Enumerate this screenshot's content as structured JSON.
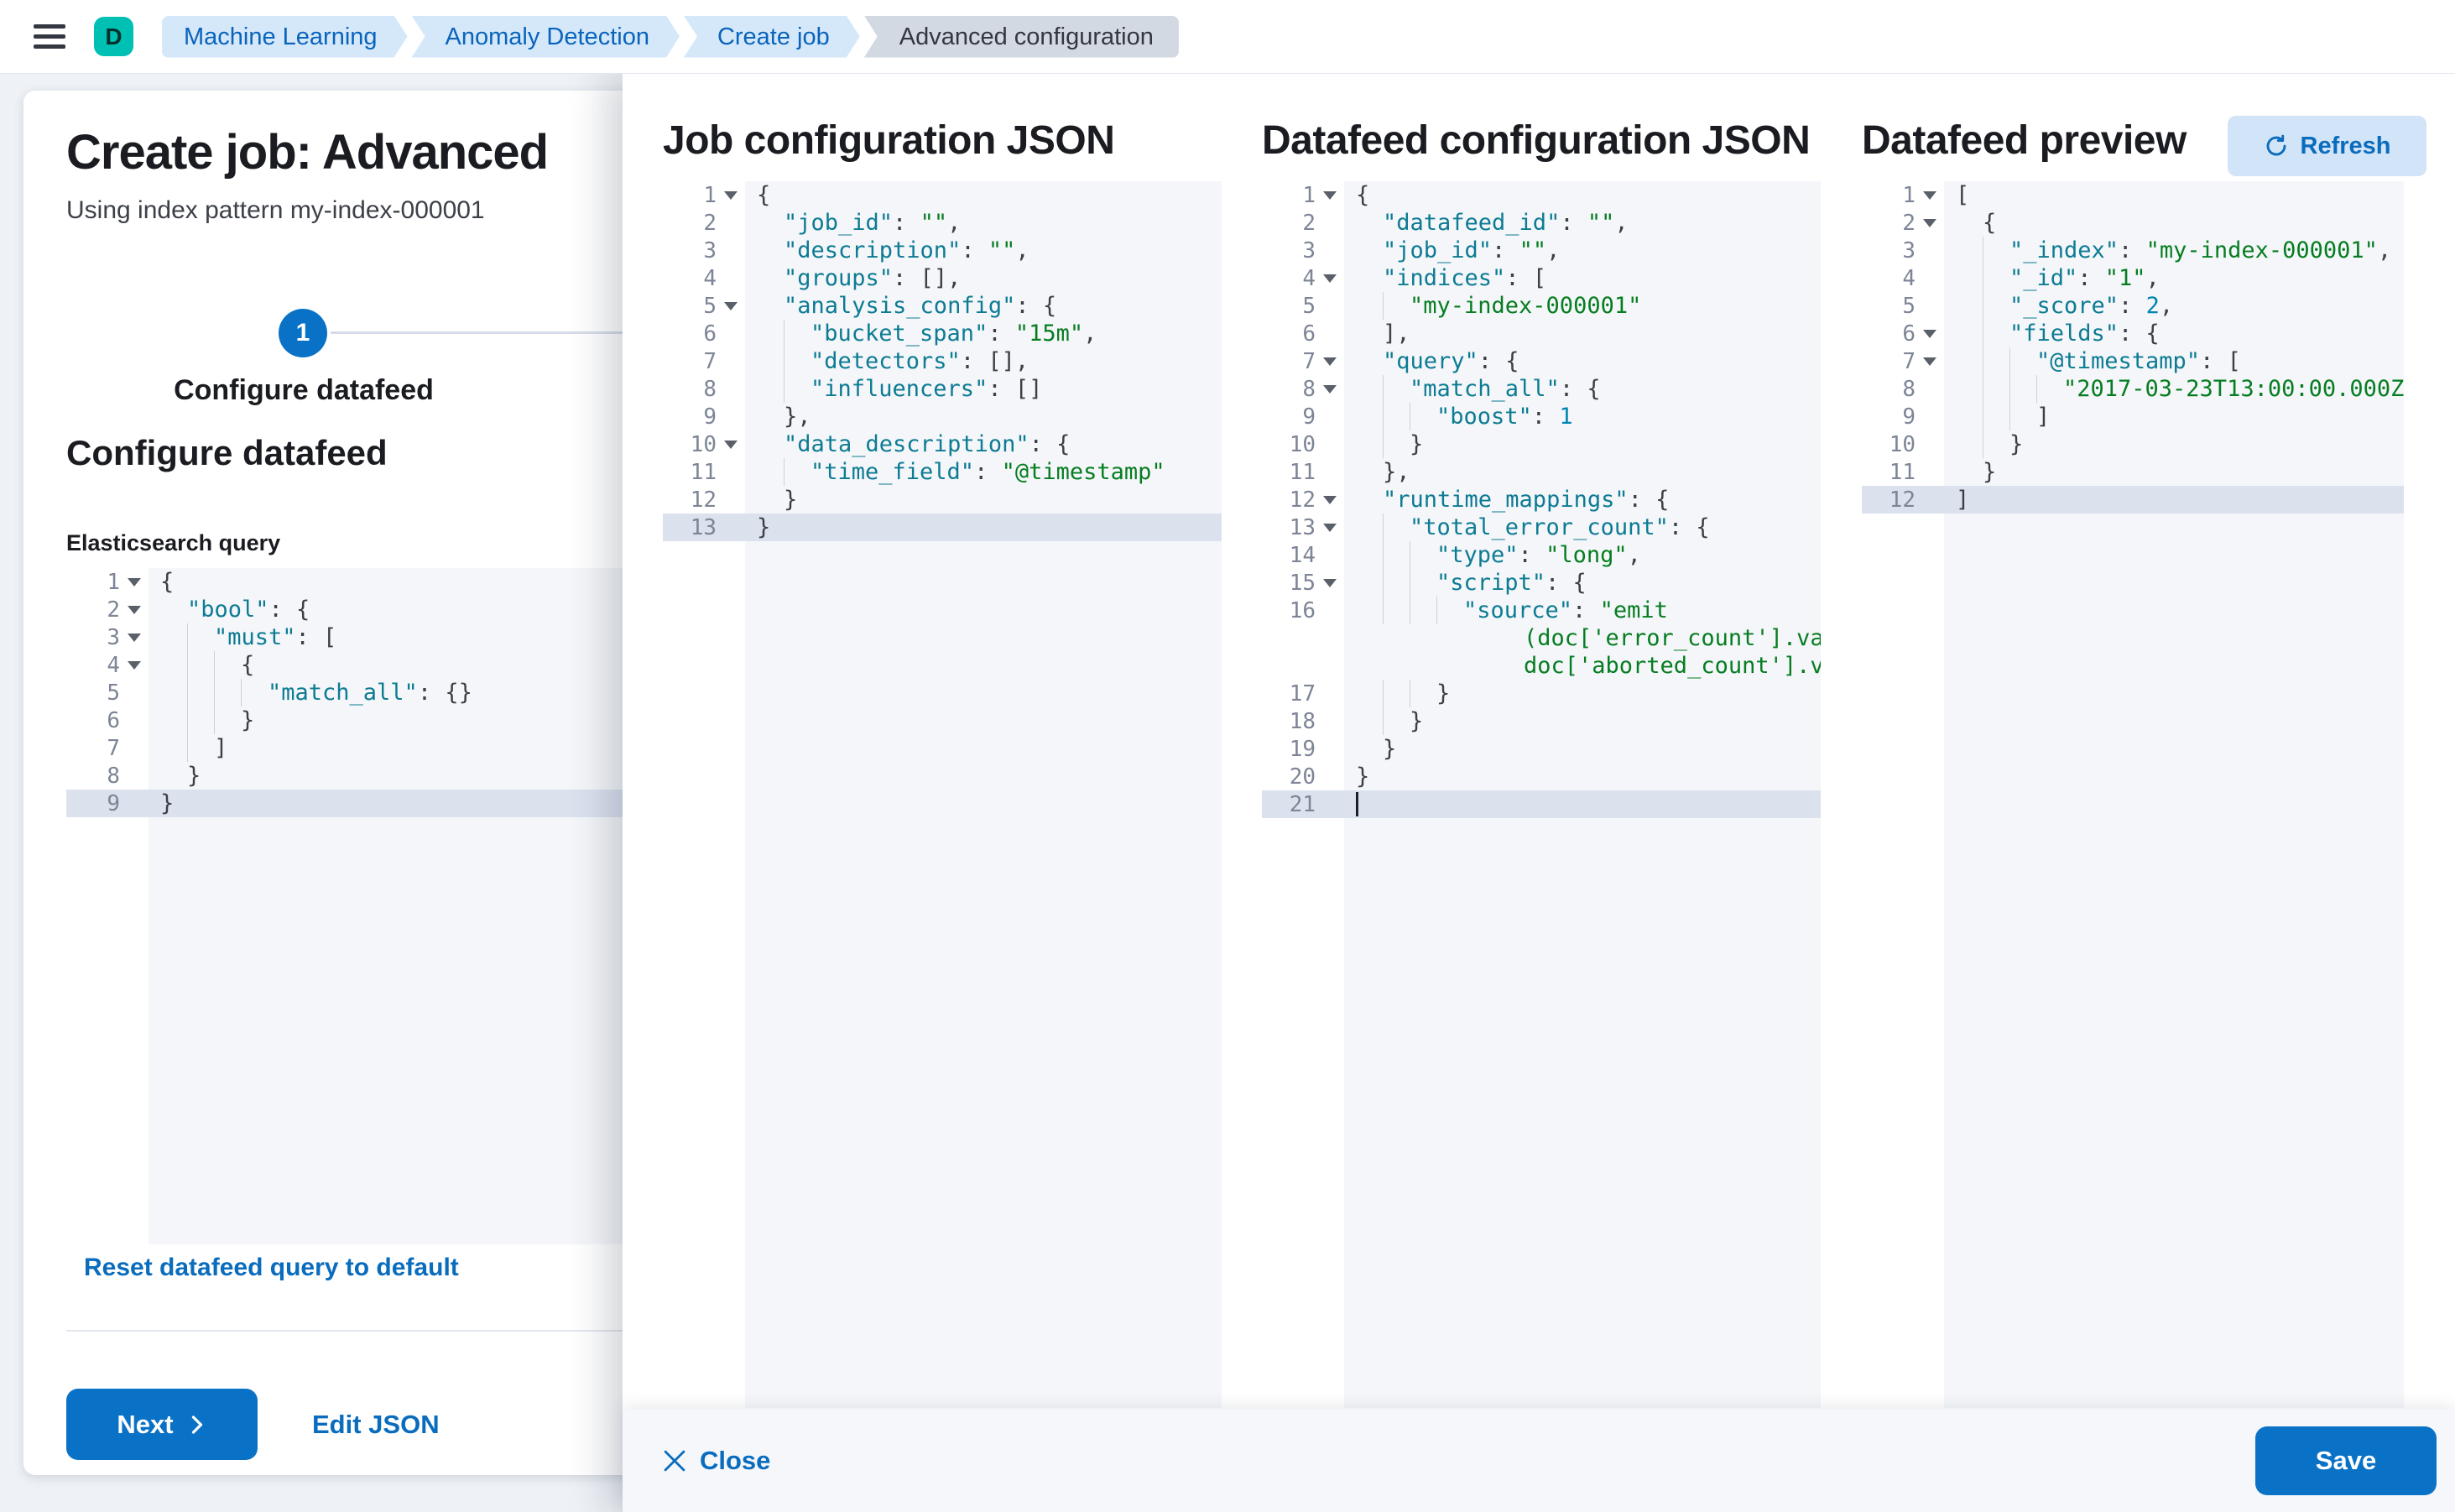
{
  "topbar": {
    "menu_icon": "hamburger-icon",
    "space_avatar_initial": "D",
    "breadcrumbs": [
      {
        "label": "Machine Learning",
        "current": false
      },
      {
        "label": "Anomaly Detection",
        "current": false
      },
      {
        "label": "Create job",
        "current": false
      },
      {
        "label": "Advanced configuration",
        "current": true
      }
    ]
  },
  "wizard": {
    "title": "Create job: Advanced",
    "subtitle": "Using index pattern my-index-000001",
    "step": {
      "number": "1",
      "label": "Configure datafeed"
    },
    "section_heading": "Configure datafeed",
    "query_label": "Elasticsearch query",
    "reset_link": "Reset datafeed query to default",
    "next_button": "Next",
    "edit_json_link": "Edit JSON"
  },
  "flyout": {
    "panels": [
      {
        "title": "Job configuration JSON"
      },
      {
        "title": "Datafeed configuration JSON"
      },
      {
        "title": "Datafeed preview",
        "refresh_button": "Refresh"
      }
    ],
    "footer": {
      "close_button": "Close",
      "save_button": "Save"
    }
  },
  "editors": {
    "es_query": {
      "lines": [
        {
          "n": 1,
          "fold": true,
          "i": 0,
          "t": "{"
        },
        {
          "n": 2,
          "fold": true,
          "i": 1,
          "t": "\"bool\": {"
        },
        {
          "n": 3,
          "fold": true,
          "i": 2,
          "t": "\"must\": ["
        },
        {
          "n": 4,
          "fold": true,
          "i": 3,
          "t": "{"
        },
        {
          "n": 5,
          "i": 4,
          "t": "\"match_all\": {}"
        },
        {
          "n": 6,
          "i": 3,
          "t": "}"
        },
        {
          "n": 7,
          "i": 2,
          "t": "]"
        },
        {
          "n": 8,
          "i": 1,
          "t": "}"
        },
        {
          "n": 9,
          "i": 0,
          "t": "}",
          "active": true
        }
      ]
    },
    "job_config": {
      "lines": [
        {
          "n": 1,
          "fold": true,
          "i": 0,
          "t": "{"
        },
        {
          "n": 2,
          "i": 1,
          "t": "\"job_id\": \"\","
        },
        {
          "n": 3,
          "i": 1,
          "t": "\"description\": \"\","
        },
        {
          "n": 4,
          "i": 1,
          "t": "\"groups\": [],"
        },
        {
          "n": 5,
          "fold": true,
          "i": 1,
          "t": "\"analysis_config\": {"
        },
        {
          "n": 6,
          "i": 2,
          "t": "\"bucket_span\": \"15m\","
        },
        {
          "n": 7,
          "i": 2,
          "t": "\"detectors\": [],"
        },
        {
          "n": 8,
          "i": 2,
          "t": "\"influencers\": []"
        },
        {
          "n": 9,
          "i": 1,
          "t": "},"
        },
        {
          "n": 10,
          "fold": true,
          "i": 1,
          "t": "\"data_description\": {"
        },
        {
          "n": 11,
          "i": 2,
          "t": "\"time_field\": \"@timestamp\""
        },
        {
          "n": 12,
          "i": 1,
          "t": "}"
        },
        {
          "n": 13,
          "i": 0,
          "t": "}",
          "active": true
        }
      ]
    },
    "datafeed_config": {
      "lines": [
        {
          "n": 1,
          "fold": true,
          "i": 0,
          "t": "{"
        },
        {
          "n": 2,
          "i": 1,
          "t": "\"datafeed_id\": \"\","
        },
        {
          "n": 3,
          "i": 1,
          "t": "\"job_id\": \"\","
        },
        {
          "n": 4,
          "fold": true,
          "i": 1,
          "t": "\"indices\": ["
        },
        {
          "n": 5,
          "i": 2,
          "t": "\"my-index-000001\""
        },
        {
          "n": 6,
          "i": 1,
          "t": "],"
        },
        {
          "n": 7,
          "fold": true,
          "i": 1,
          "t": "\"query\": {"
        },
        {
          "n": 8,
          "fold": true,
          "i": 2,
          "t": "\"match_all\": {"
        },
        {
          "n": 9,
          "i": 3,
          "t": "\"boost\": 1"
        },
        {
          "n": 10,
          "i": 2,
          "t": "}"
        },
        {
          "n": 11,
          "i": 1,
          "t": "},"
        },
        {
          "n": 12,
          "fold": true,
          "i": 1,
          "t": "\"runtime_mappings\": {"
        },
        {
          "n": 13,
          "fold": true,
          "i": 2,
          "t": "\"total_error_count\": {"
        },
        {
          "n": 14,
          "i": 3,
          "t": "\"type\": \"long\","
        },
        {
          "n": 15,
          "fold": true,
          "i": 3,
          "t": "\"script\": {"
        },
        {
          "n": 16,
          "i": 4,
          "t": "\"source\": \"emit"
        },
        {
          "cont": true,
          "t": "(doc['error_count'].value +"
        },
        {
          "cont": true,
          "t": "doc['aborted_count'].value)\""
        },
        {
          "n": 17,
          "i": 3,
          "t": "}"
        },
        {
          "n": 18,
          "i": 2,
          "t": "}"
        },
        {
          "n": 19,
          "i": 1,
          "t": "}"
        },
        {
          "n": 20,
          "i": 0,
          "t": "}"
        },
        {
          "n": 21,
          "i": 0,
          "t": "",
          "active": true,
          "cursor": true
        }
      ]
    },
    "datafeed_preview": {
      "lines": [
        {
          "n": 1,
          "fold": true,
          "i": 0,
          "t": "["
        },
        {
          "n": 2,
          "fold": true,
          "i": 1,
          "t": "{"
        },
        {
          "n": 3,
          "i": 2,
          "t": "\"_index\": \"my-index-000001\","
        },
        {
          "n": 4,
          "i": 2,
          "t": "\"_id\": \"1\","
        },
        {
          "n": 5,
          "i": 2,
          "t": "\"_score\": 2,"
        },
        {
          "n": 6,
          "fold": true,
          "i": 2,
          "t": "\"fields\": {"
        },
        {
          "n": 7,
          "fold": true,
          "i": 3,
          "t": "\"@timestamp\": ["
        },
        {
          "n": 8,
          "i": 4,
          "t": "\"2017-03-23T13:00:00.000Z\""
        },
        {
          "n": 9,
          "i": 3,
          "t": "]"
        },
        {
          "n": 10,
          "i": 2,
          "t": "}"
        },
        {
          "n": 11,
          "i": 1,
          "t": "}"
        },
        {
          "n": 12,
          "i": 0,
          "t": "]",
          "active": true
        }
      ]
    }
  },
  "colors": {
    "primary": "#0a72c6",
    "link": "#0a6cbd",
    "avatar": "#00bfb3",
    "breadcrumb_bg": "#d5e8fa",
    "breadcrumb_current_bg": "#d3d9e3",
    "editor_bg": "#f4f6f9",
    "active_line": "#dbe2ee",
    "syntax_key": "#0c7b93",
    "syntax_string": "#067d21",
    "syntax_number": "#0086b3"
  }
}
